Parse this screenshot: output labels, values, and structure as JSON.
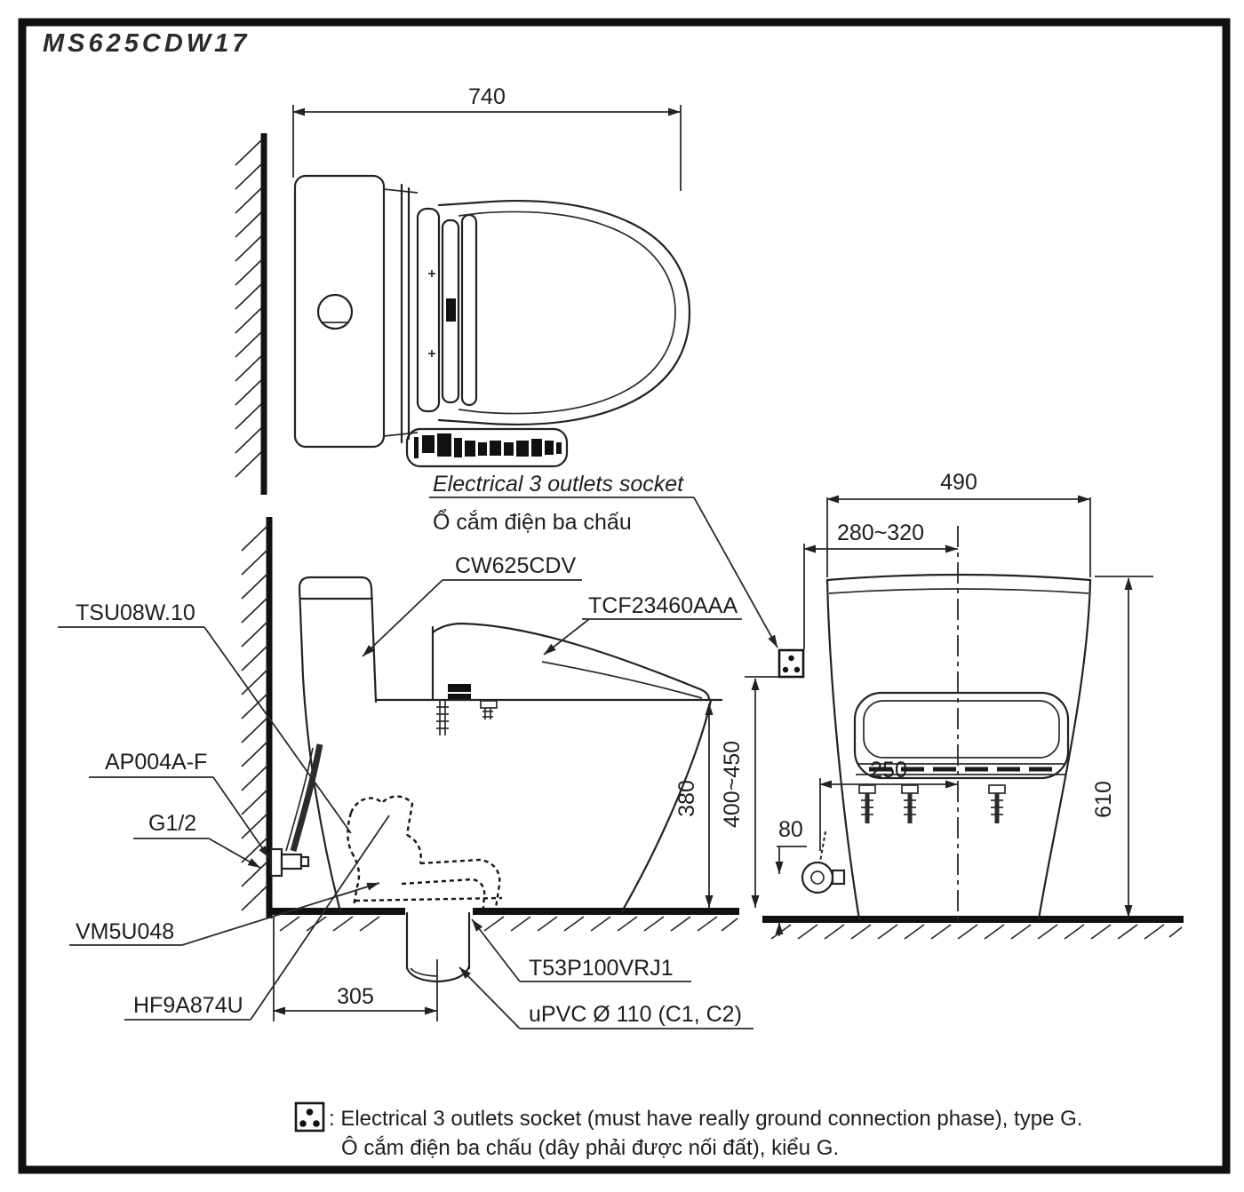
{
  "title": "MS625CDW17",
  "views": {
    "top": {
      "dim_width": "740"
    },
    "socket_callout": {
      "en": "Electrical 3 outlets socket",
      "vi": "Ổ cắm điện ba chấu"
    },
    "side": {
      "part_supply": "TSU08W.10",
      "part_tank": "CW625CDV",
      "part_seat_unit": "TCF23460AAA",
      "part_angle_valve": "AP004A-F",
      "part_thread": "G1/2",
      "part_connector": "VM5U048",
      "part_hose": "HF9A874U",
      "part_flange": "T53P100VRJ1",
      "part_drain_pipe": "uPVC Ø 110 (C1, C2)",
      "dim_seat_height": "380",
      "dim_socket_height": "400~450",
      "dim_rough_in": "305"
    },
    "rear": {
      "dim_width": "490",
      "dim_socket_offset": "280~320",
      "dim_valve_offset": "250",
      "dim_valve_height": "80",
      "dim_total_height": "610"
    }
  },
  "footnote": {
    "en": ": Electrical 3 outlets socket (must have really ground connection phase), type G.",
    "vi": "Ô cắm điện ba chấu (dây phải được nối đất), kiểu G."
  }
}
